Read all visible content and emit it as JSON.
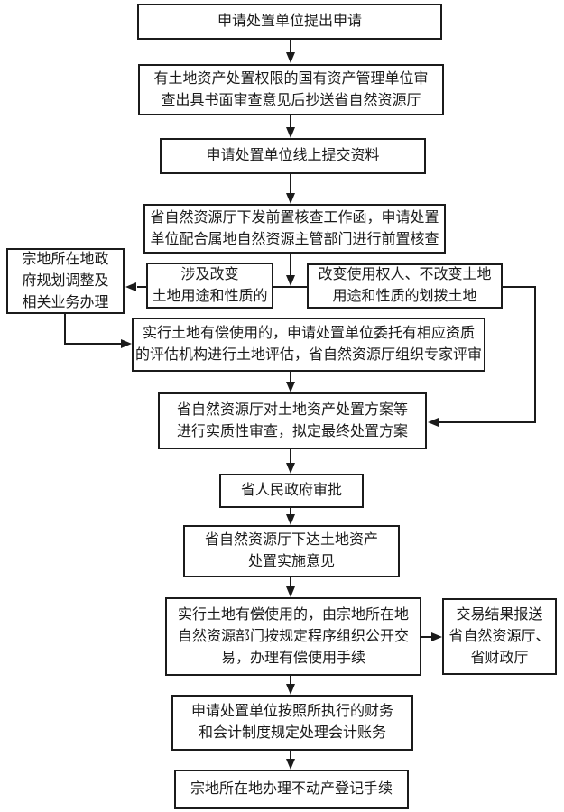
{
  "page": {
    "background_color": "#ffffff",
    "line_color": "#1b1b1b"
  },
  "flowchart": {
    "nodes": [
      {
        "id": "submit-application",
        "label": "申请处置单位提出申请"
      },
      {
        "id": "asset-admin-review",
        "label": "有土地资产处置权限的国有资产管理单位审\n查出具书面审查意见后抄送省自然资源厅"
      },
      {
        "id": "online-submission",
        "label": "申请处置单位线上提交资料"
      },
      {
        "id": "preliminary-check",
        "label": "省自然资源厅下发前置核查工作函，申请处置\n单位配合属地自然资源主管部门进行前置核查"
      },
      {
        "id": "local-gov-planning",
        "label": "宗地所在地政\n府规划调整及\n相关业务办理"
      },
      {
        "id": "change-of-use",
        "label": "涉及改变\n土地用途和性质的"
      },
      {
        "id": "allocated-land-no-change",
        "label": "改变使用权人、不改变土地\n用途和性质的划拨土地"
      },
      {
        "id": "land-valuation",
        "label": "实行土地有偿使用的，申请处置单位委托有相应资质\n的评估机构进行土地评估，省自然资源厅组织专家评审"
      },
      {
        "id": "substantive-review",
        "label": "省自然资源厅对土地资产处置方案等\n进行实质性审查，拟定最终处置方案"
      },
      {
        "id": "provincial-approval",
        "label": "省人民政府审批"
      },
      {
        "id": "implementation-opinion",
        "label": "省自然资源厅下达土地资产\n处置实施意见"
      },
      {
        "id": "public-transaction",
        "label": "实行土地有偿使用的，由宗地所在地\n自然资源部门按规定程序组织公开交\n易，办理有偿使用手续"
      },
      {
        "id": "report-result",
        "label": "交易结果报送\n省自然资源厅、\n省财政厅"
      },
      {
        "id": "accounting",
        "label": "申请处置单位按照所执行的财务\n和会计制度规定处理会计账务"
      },
      {
        "id": "registration",
        "label": "宗地所在地办理不动产登记手续"
      }
    ],
    "edges": [
      {
        "from": "submit-application",
        "to": "asset-admin-review"
      },
      {
        "from": "asset-admin-review",
        "to": "online-submission"
      },
      {
        "from": "online-submission",
        "to": "preliminary-check"
      },
      {
        "from": "preliminary-check",
        "to": "change-of-use"
      },
      {
        "from": "preliminary-check",
        "to": "allocated-land-no-change"
      },
      {
        "from": "change-of-use",
        "to": "local-gov-planning"
      },
      {
        "from": "local-gov-planning",
        "to": "land-valuation"
      },
      {
        "from": "land-valuation",
        "to": "substantive-review"
      },
      {
        "from": "allocated-land-no-change",
        "to": "substantive-review"
      },
      {
        "from": "substantive-review",
        "to": "provincial-approval"
      },
      {
        "from": "provincial-approval",
        "to": "implementation-opinion"
      },
      {
        "from": "implementation-opinion",
        "to": "public-transaction"
      },
      {
        "from": "public-transaction",
        "to": "report-result"
      },
      {
        "from": "public-transaction",
        "to": "accounting"
      },
      {
        "from": "accounting",
        "to": "registration"
      }
    ]
  }
}
